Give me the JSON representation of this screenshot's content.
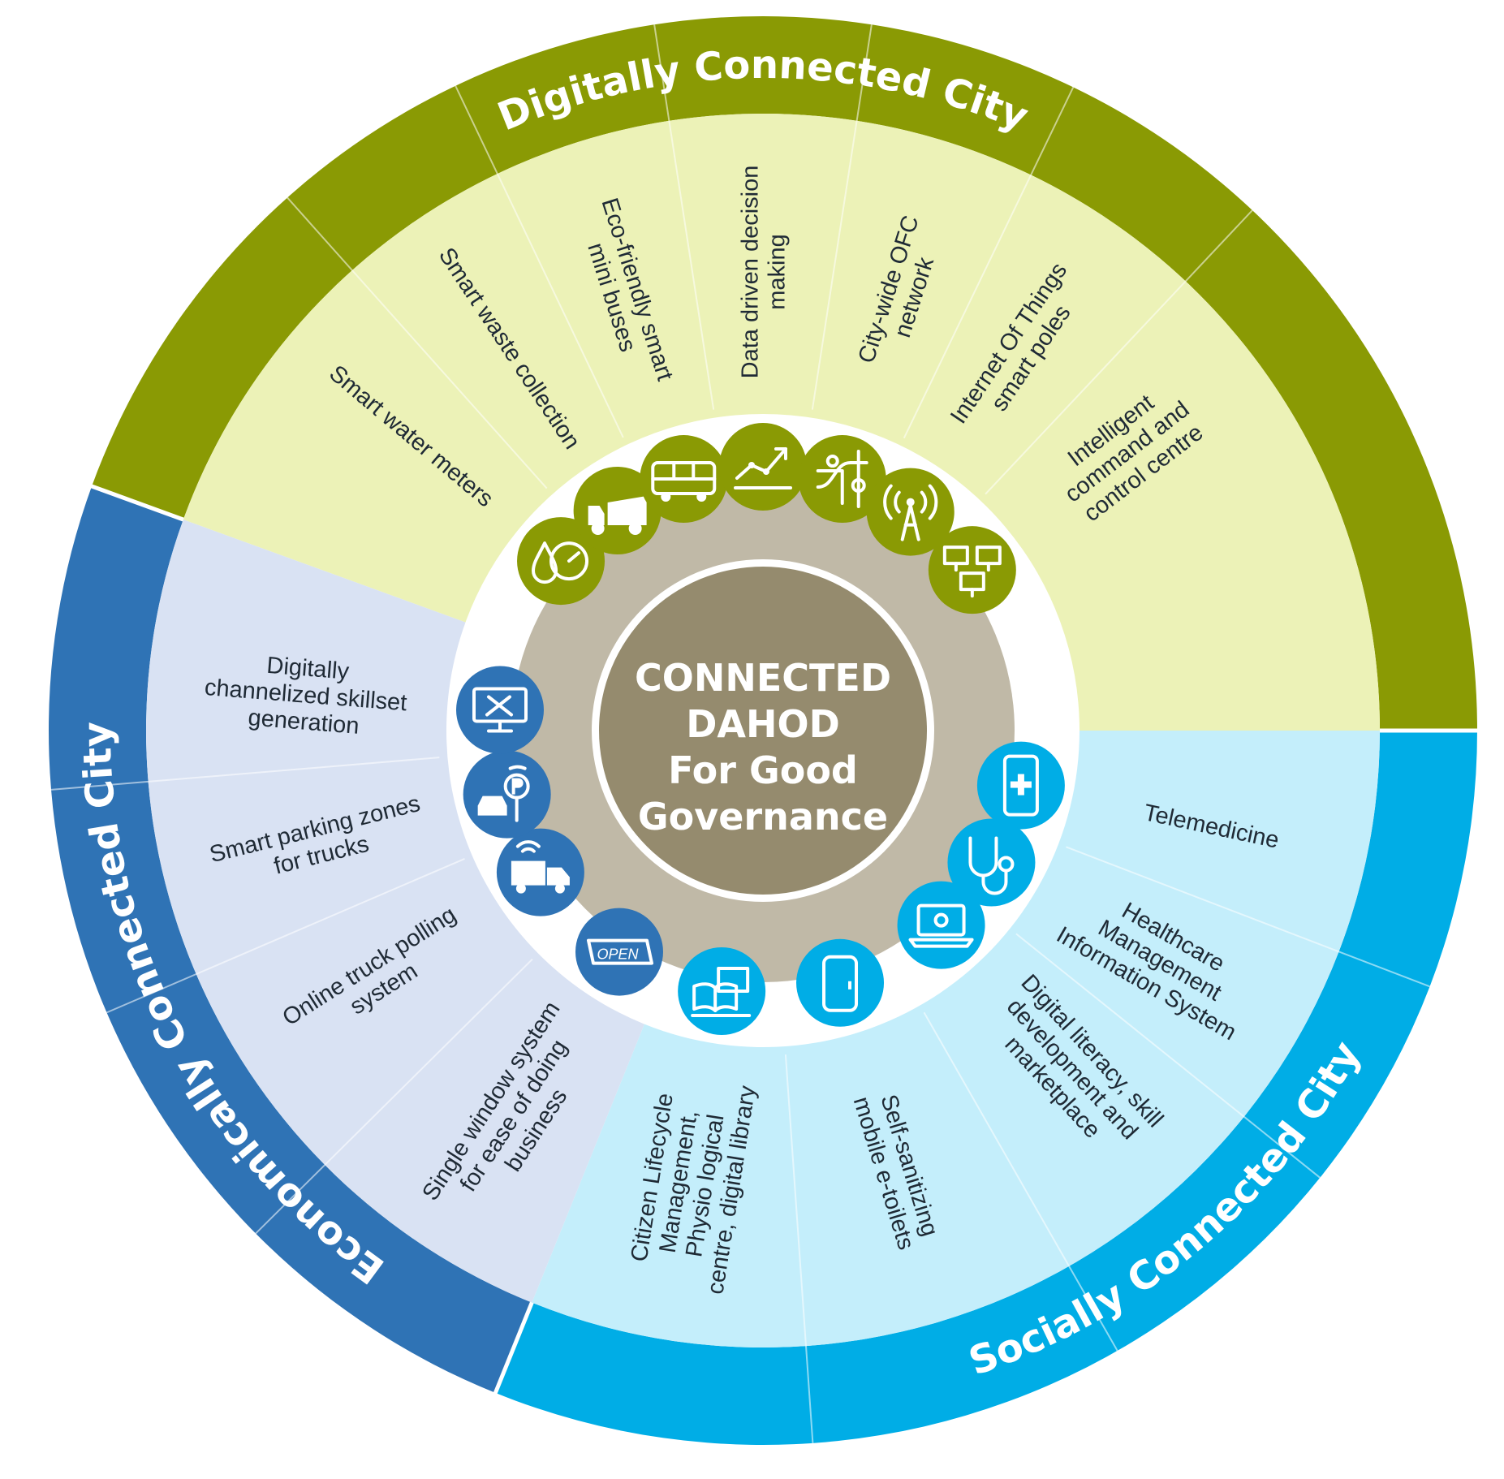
{
  "center": {
    "lines": [
      "CONNECTED",
      "DAHOD",
      "For Good",
      "Governance"
    ]
  },
  "colors": {
    "digital_dark": "#8a9a04",
    "digital_light": "#ecf2b7",
    "social_dark": "#00ade6",
    "social_light": "#c4eefb",
    "economic_dark": "#2f73b5",
    "economic_light": "#d9e2f3",
    "hub_outer": "#c0b9a7",
    "hub_inner": "#958b6e"
  },
  "sectors": [
    {
      "id": "digital",
      "title": "Digitally Connected City",
      "items": [
        {
          "label": [
            "Smart water meters"
          ],
          "icon": "water-meter-icon"
        },
        {
          "label": [
            "Smart waste collection"
          ],
          "icon": "garbage-truck-icon"
        },
        {
          "label": [
            "Eco-friendly smart",
            "mini buses"
          ],
          "icon": "bus-icon"
        },
        {
          "label": [
            "Data driven decision",
            "making"
          ],
          "icon": "line-chart-icon"
        },
        {
          "label": [
            "City-wide OFC",
            "network"
          ],
          "icon": "network-map-icon"
        },
        {
          "label": [
            "Internet Of Things",
            "smart poles"
          ],
          "icon": "antenna-tower-icon"
        },
        {
          "label": [
            "Intelligent",
            "command and",
            "control centre"
          ],
          "icon": "monitors-icon"
        }
      ]
    },
    {
      "id": "social",
      "title": "Socially Connected City",
      "items": [
        {
          "label": [
            "Telemedicine"
          ],
          "icon": "phone-medical-icon"
        },
        {
          "label": [
            "Healthcare",
            "Management",
            "Information System"
          ],
          "icon": "stethoscope-icon"
        },
        {
          "label": [
            "Digital literacy, skill",
            "development and",
            "marketplace"
          ],
          "icon": "laptop-at-icon"
        },
        {
          "label": [
            "Self-sanitizing",
            "mobile e-toilets"
          ],
          "icon": "toilet-cabin-icon"
        },
        {
          "label": [
            "Citizen Lifecycle",
            "Management,",
            "Physio logical",
            "centre, digital library"
          ],
          "icon": "book-computer-icon"
        }
      ]
    },
    {
      "id": "economic",
      "title": "Economically Connected City",
      "items": [
        {
          "label": [
            "Single window system",
            "for ease of doing",
            "business"
          ],
          "icon": "open-sign-icon"
        },
        {
          "label": [
            "Online truck polling",
            "system"
          ],
          "icon": "connected-truck-icon"
        },
        {
          "label": [
            "Smart parking zones",
            "for trucks"
          ],
          "icon": "parking-car-icon"
        },
        {
          "label": [
            "Digitally",
            "channelized skillset",
            "generation"
          ],
          "icon": "screen-tools-icon"
        }
      ]
    }
  ]
}
